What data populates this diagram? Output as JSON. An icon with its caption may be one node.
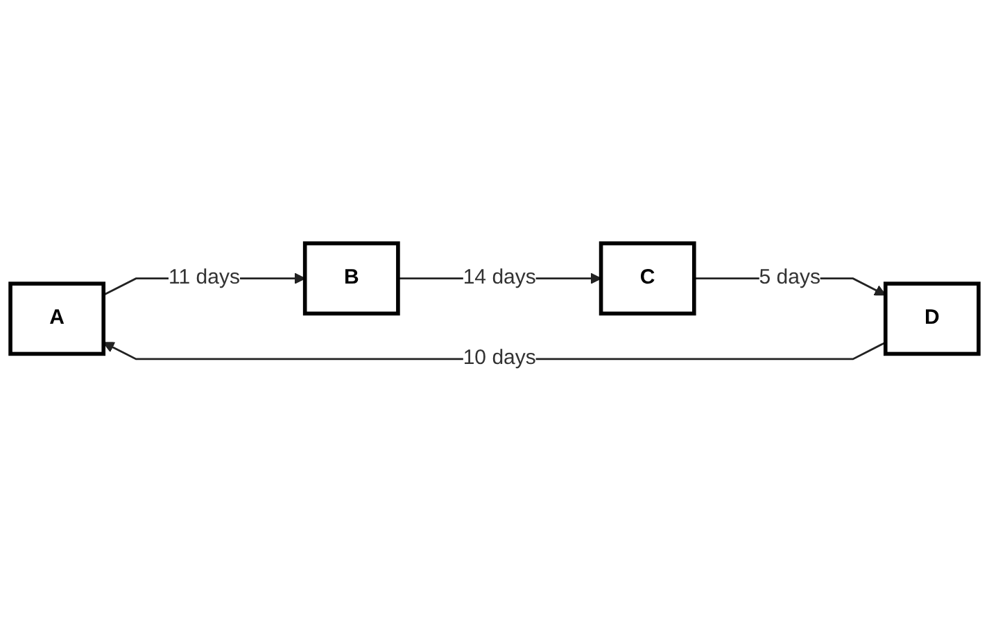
{
  "diagram": {
    "nodes": [
      {
        "text": [
          "A"
        ]
      },
      {
        "text": [
          "B"
        ]
      },
      {
        "text": [
          "C"
        ]
      },
      {
        "text": [
          "D"
        ]
      }
    ],
    "edges": [
      {
        "from": 0,
        "to": 1,
        "arrow": "to",
        "label": "11 days"
      },
      {
        "from": 1,
        "to": 2,
        "arrow": "to",
        "label": "14 days"
      },
      {
        "from": 2,
        "to": 3,
        "arrow": "to",
        "label": "5 days"
      },
      {
        "from": 3,
        "to": 0,
        "arrow": "to",
        "label": "10 days"
      }
    ]
  }
}
